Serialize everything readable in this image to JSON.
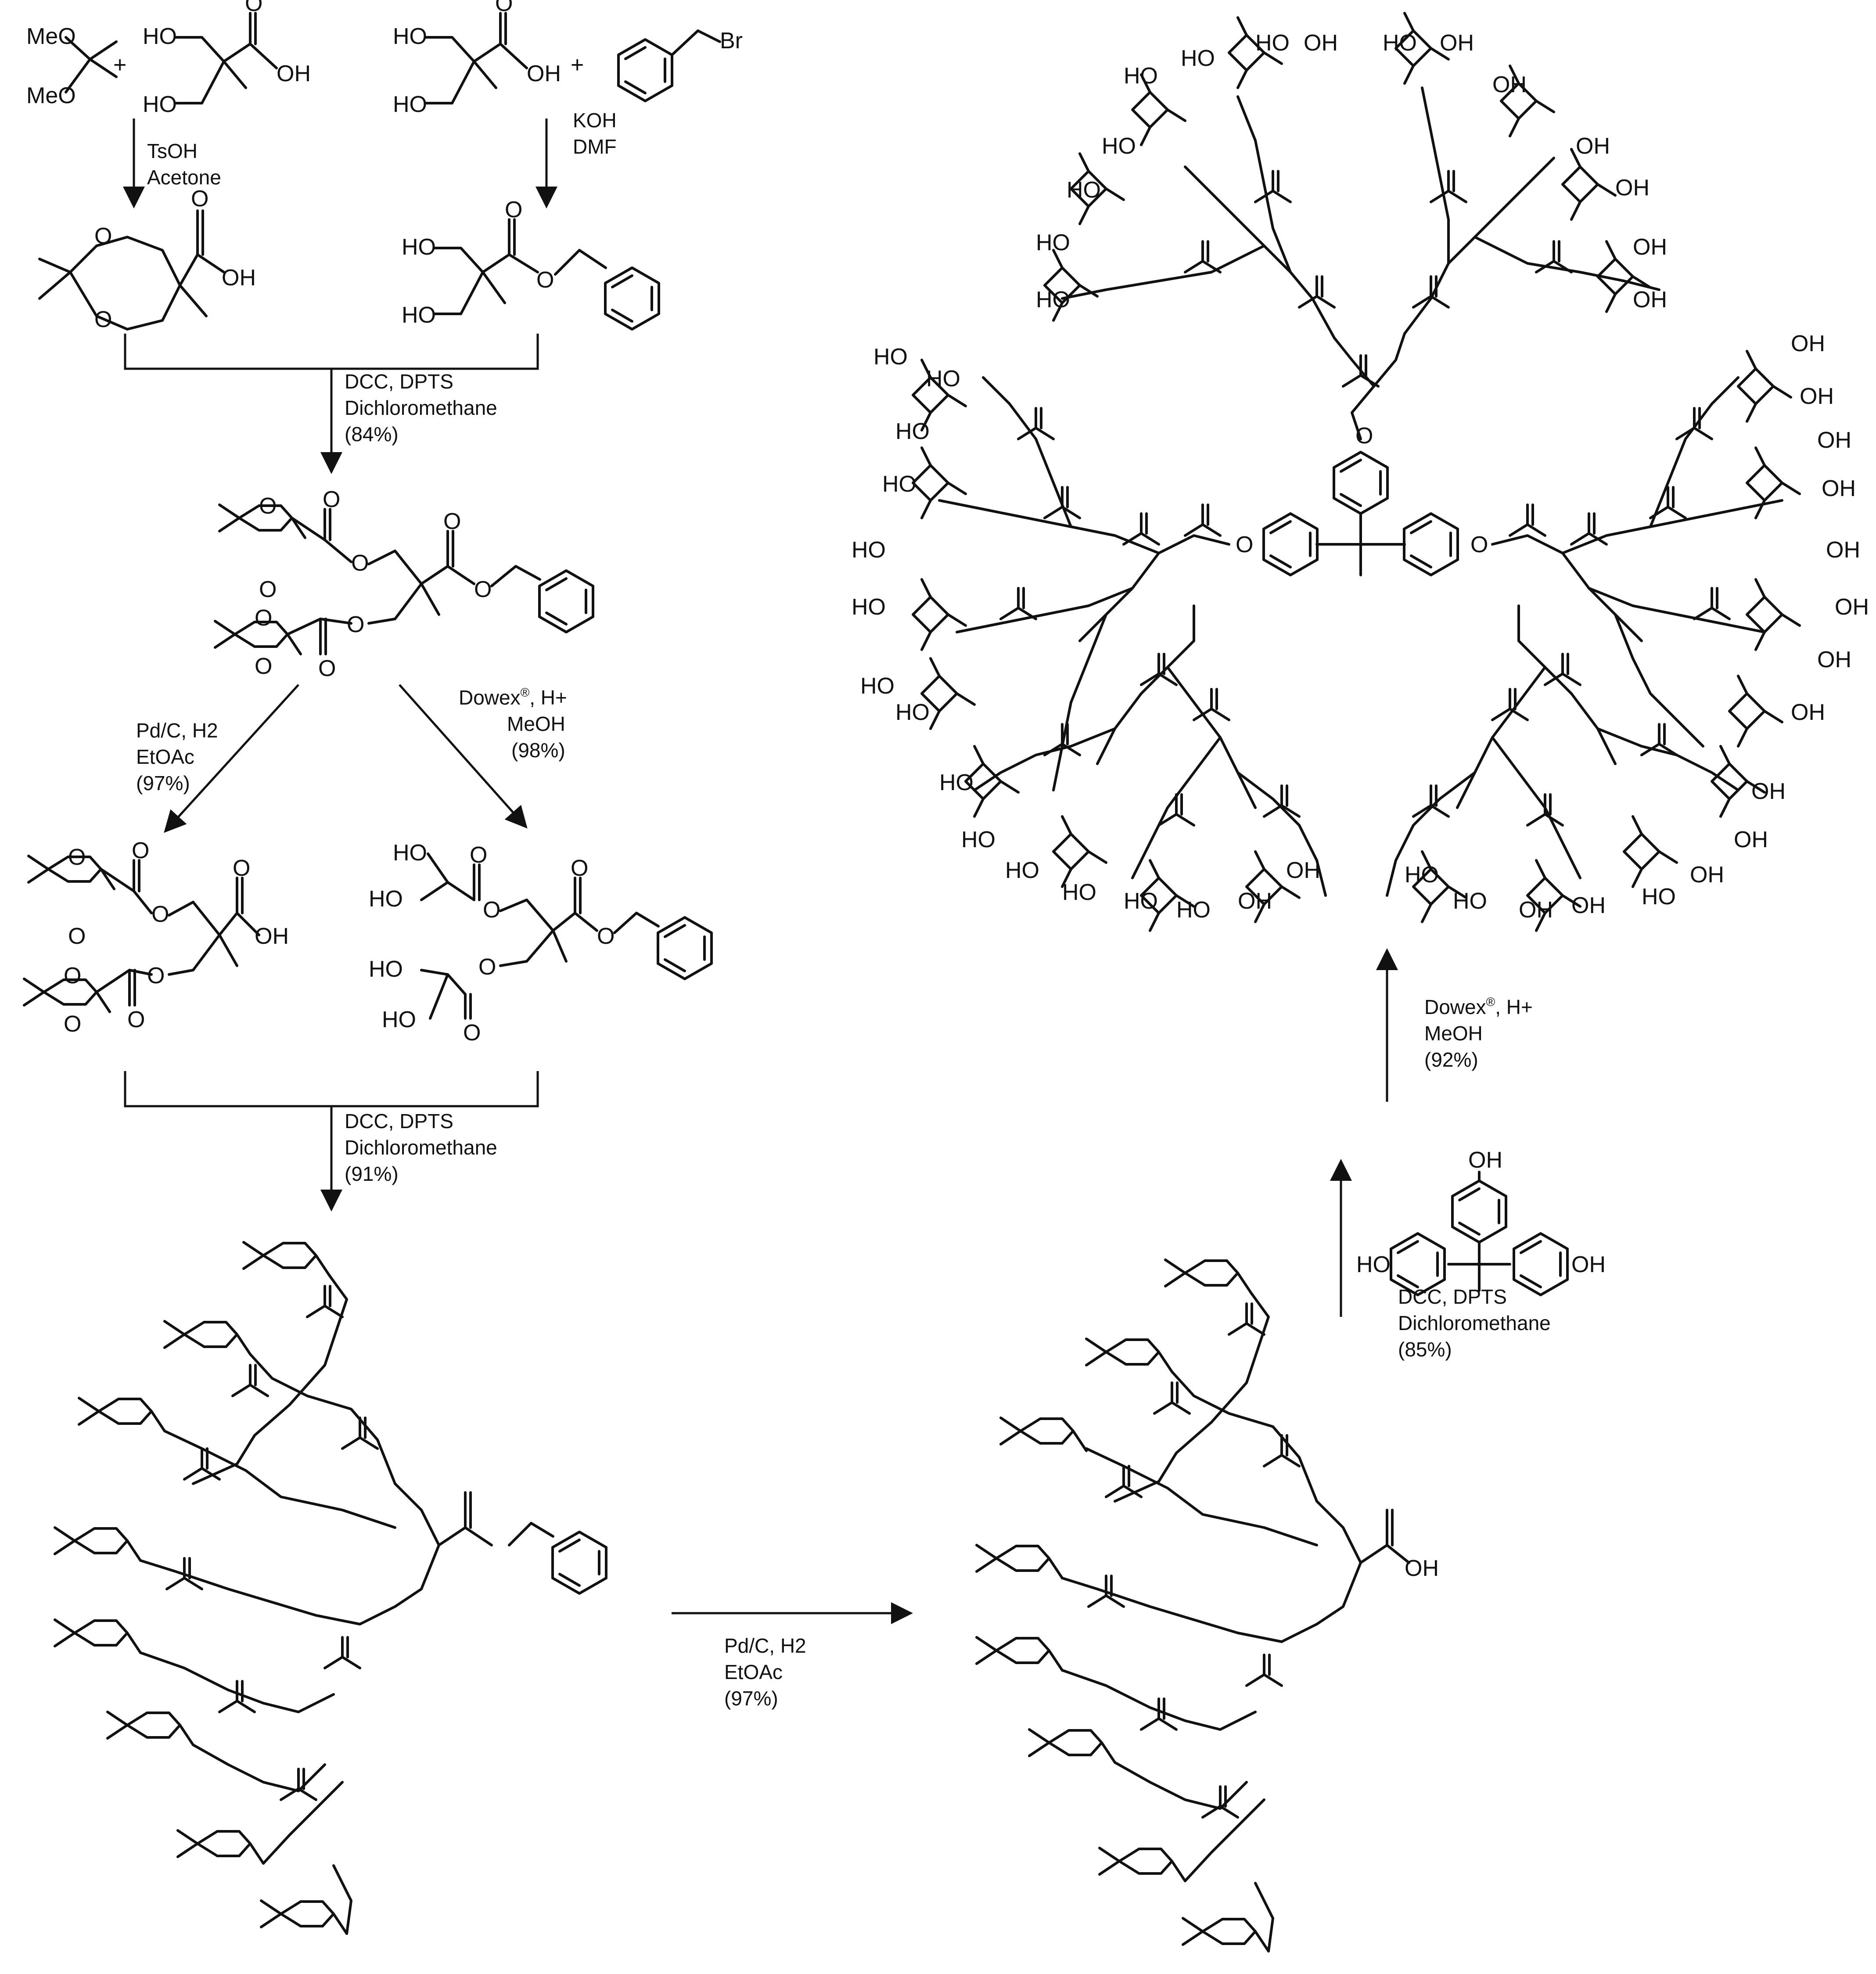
{
  "atoms": {
    "meo": "MeO",
    "ho": "HO",
    "oh": "OH",
    "o": "O",
    "br": "Br",
    "plus": "+"
  },
  "conditions": {
    "step1_a": "TsOH",
    "step1_b": "Acetone",
    "step2_a": "KOH",
    "step2_b": "DMF",
    "coupling_a": "DCC, DPTS",
    "coupling_b": "Dichloromethane",
    "yield_84": "(84%)",
    "hydrog_a": "Pd/C, H2",
    "hydrog_b": "EtOAc",
    "yield_97": "(97%)",
    "dowex_a": "Dowex",
    "dowex_reg": "®",
    "dowex_a2": ", H+",
    "dowex_b": "MeOH",
    "yield_98": "(98%)",
    "yield_91": "(91%)",
    "yield_85": "(85%)",
    "yield_92": "(92%)"
  }
}
